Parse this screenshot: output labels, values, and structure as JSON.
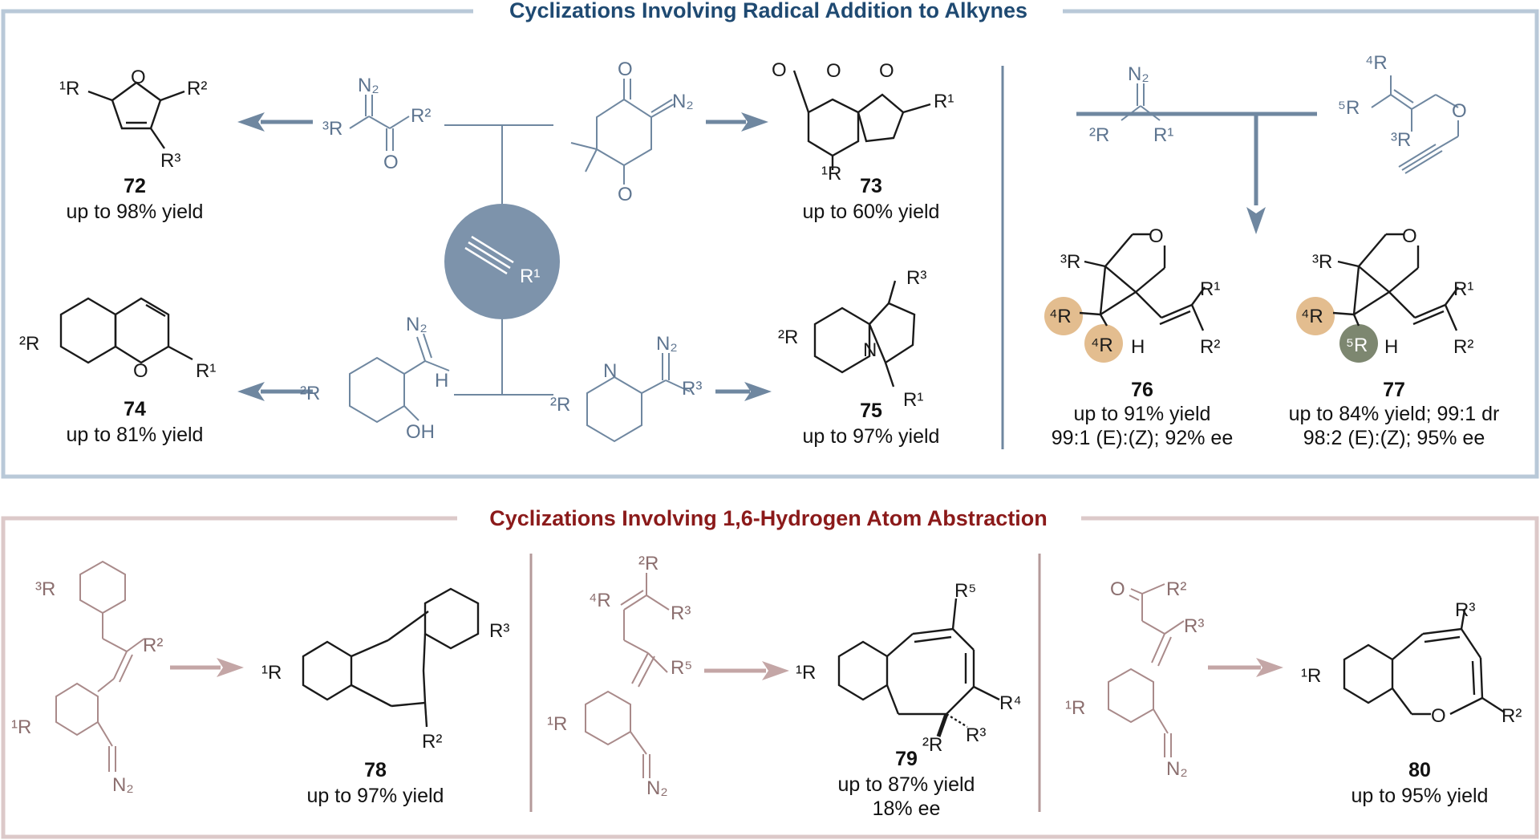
{
  "top_panel": {
    "title": "Cyclizations Involving Radical Addition to Alkynes",
    "center_alkyne_label": "R¹",
    "products": [
      {
        "number": "72",
        "caption": "up to 98% yield"
      },
      {
        "number": "73",
        "caption": "up to 60% yield"
      },
      {
        "number": "74",
        "caption": "up to 81% yield"
      },
      {
        "number": "75",
        "caption": "up to 97% yield"
      },
      {
        "number": "76",
        "caption_lines": [
          "up to 91% yield",
          "99:1 (E):(Z); 92% ee"
        ]
      },
      {
        "number": "77",
        "caption_lines": [
          "up to 84% yield; 99:1 dr",
          "98:2 (E):(Z); 95% ee"
        ]
      }
    ],
    "labels": {
      "p72": [
        "¹R",
        "R²",
        "R³"
      ],
      "diazoketone": [
        "N₂",
        "³R",
        "R²",
        "O"
      ],
      "meldrum": [
        "N₂",
        "O"
      ],
      "p73": [
        "O",
        "R¹",
        "¹R"
      ],
      "p74": [
        "²R",
        "O",
        "R¹"
      ],
      "hydroxyphenyl": [
        "N₂",
        "H",
        "²R",
        "OH"
      ],
      "pyridyl": [
        "N",
        "N₂",
        "R³",
        "²R"
      ],
      "p75": [
        "R³",
        "²R",
        "N",
        "R¹"
      ],
      "diazo_right": [
        "N₂",
        "²R",
        "R¹"
      ],
      "enyne": [
        "⁴R",
        "⁵R",
        "³R",
        "O"
      ],
      "p76": [
        "O",
        "³R",
        "⁴R",
        "⁴R",
        "H",
        "R¹",
        "R²"
      ],
      "p77": [
        "O",
        "³R",
        "⁴R",
        "⁵R",
        "H",
        "R¹",
        "R²"
      ]
    }
  },
  "bottom_panel": {
    "title": "Cyclizations Involving 1,6-Hydrogen Atom Abstraction",
    "products": [
      {
        "number": "78",
        "caption_lines": [
          "up to 97% yield"
        ]
      },
      {
        "number": "79",
        "caption_lines": [
          "up to 87% yield",
          "18% ee"
        ]
      },
      {
        "number": "80",
        "caption_lines": [
          "up to 95% yield"
        ]
      }
    ],
    "labels": {
      "sm78": [
        "³R",
        "R²",
        "¹R",
        "N₂"
      ],
      "p78": [
        "¹R",
        "R³",
        "R²"
      ],
      "sm79": [
        "²R",
        "⁴R",
        "R³",
        "R⁵",
        "¹R",
        "N₂"
      ],
      "p79": [
        "R⁵",
        "¹R",
        "R⁴",
        "²R",
        "R³"
      ],
      "sm80": [
        "O",
        "R²",
        "R³",
        "¹R",
        "N₂"
      ],
      "p80": [
        "R³",
        "¹R",
        "O",
        "R²"
      ]
    }
  },
  "colors": {
    "top_frame": "#b9c9d8",
    "top_structures": "#6f87a0",
    "center_circle": "#7d93ab",
    "top_title": "#1f4a72",
    "bottom_frame": "#dcc9c9",
    "bottom_structures": "#a98a8a",
    "bottom_title": "#8b1a1a",
    "tan_circle": "#e3bd8f",
    "green_circle": "#7d8770"
  }
}
